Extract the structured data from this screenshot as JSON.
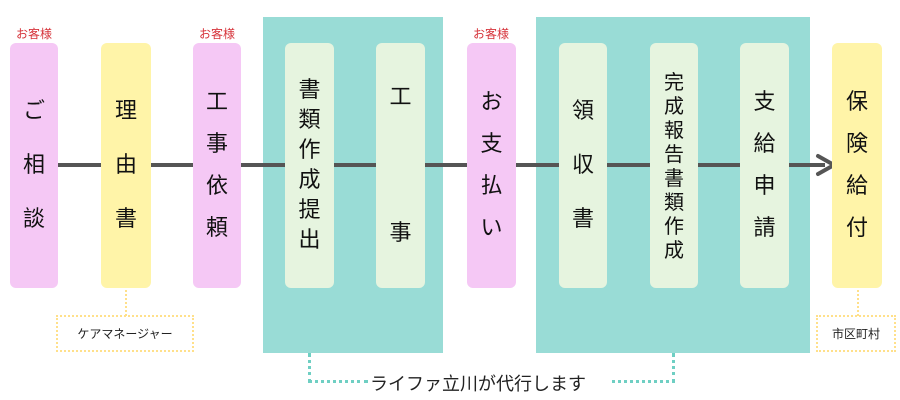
{
  "roles": {
    "customer": "お客様"
  },
  "steps": {
    "consult": [
      "ご",
      "相",
      "談"
    ],
    "reason": [
      "理",
      "由",
      "書"
    ],
    "request": [
      "工",
      "事",
      "依",
      "頼"
    ],
    "docs": [
      "書",
      "類",
      "作",
      "成",
      "提",
      "出"
    ],
    "construction": [
      "工",
      "事"
    ],
    "payment": [
      "お",
      "支",
      "払",
      "い"
    ],
    "receipt": [
      "領",
      "収",
      "書"
    ],
    "report": [
      "完",
      "成",
      "報",
      "告",
      "書",
      "類",
      "作",
      "成"
    ],
    "claim": [
      "支",
      "給",
      "申",
      "請"
    ],
    "benefit": [
      "保",
      "険",
      "給",
      "付"
    ]
  },
  "notes": {
    "care_manager": "ケアマネージャー",
    "municipality": "市区町村",
    "agency": "ライファ立川が代行します"
  },
  "colors": {
    "pink": "#f5c8f5",
    "yellow": "#fff4a8",
    "teal": "#99dcd6",
    "green": "#e6f4df",
    "arrow": "#555555",
    "role": "#d6333a"
  }
}
